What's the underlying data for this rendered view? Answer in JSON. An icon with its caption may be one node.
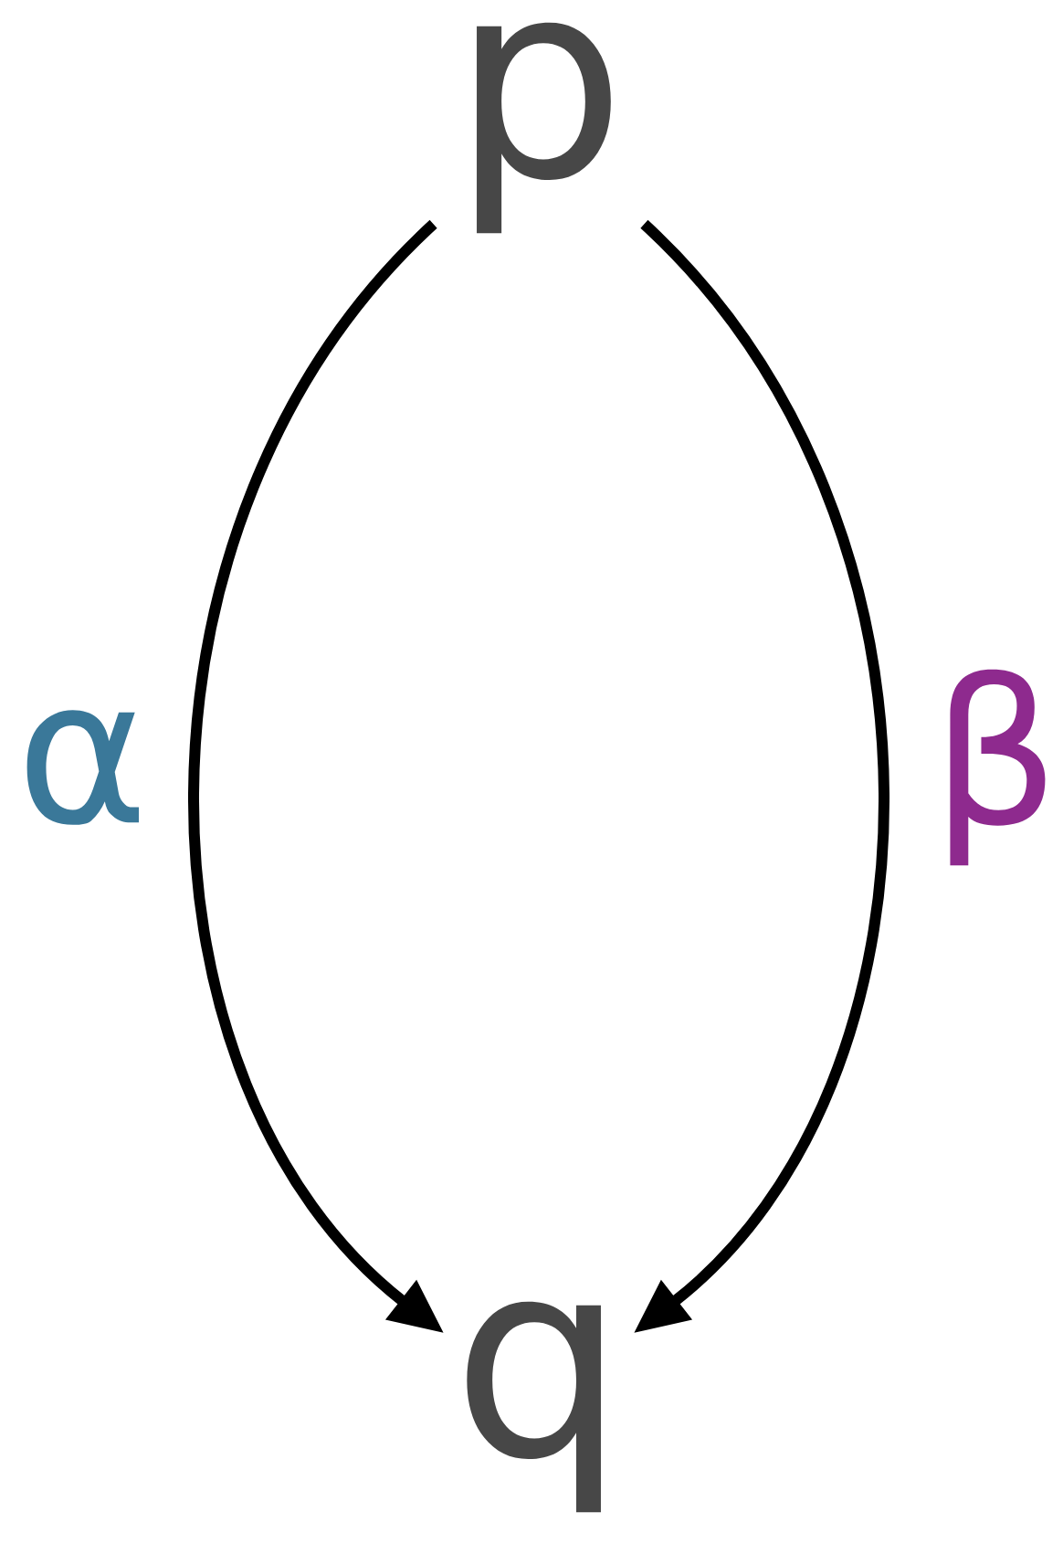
{
  "diagram": {
    "nodes": [
      {
        "text": [
          "p"
        ]
      },
      {
        "text": [
          "q"
        ]
      }
    ],
    "edges": [
      {
        "from": 0,
        "to": 1,
        "arrow": "to",
        "label": "α"
      },
      {
        "from": 0,
        "to": 1,
        "arrow": "to",
        "label": "β"
      }
    ]
  }
}
